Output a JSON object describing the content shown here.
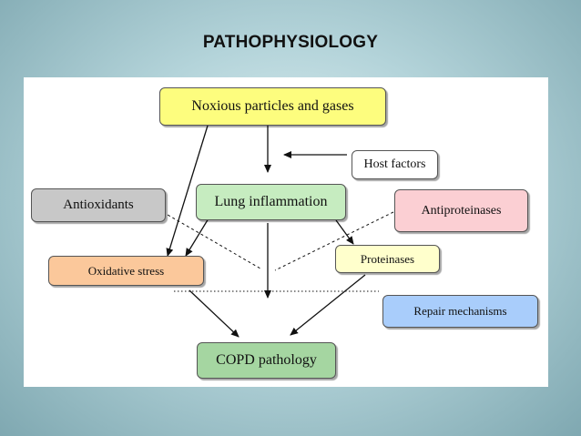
{
  "slide": {
    "title": "PATHOPHYSIOLOGY"
  },
  "diagram": {
    "noxious": "Noxious particles and gases",
    "host_factors": "Host factors",
    "antioxidants": "Antioxidants",
    "lung_inflammation": "Lung inflammation",
    "antiproteinases": "Antiproteinases",
    "oxidative_stress": "Oxidative stress",
    "proteinases": "Proteinases",
    "repair_mechanisms": "Repair mechanisms",
    "copd_pathology": "COPD pathology"
  },
  "colors": {
    "yellow": "#fdfd7e",
    "light_yellow": "#ffffcc",
    "green": "#c6ecc0",
    "dark_green": "#a5d6a1",
    "gray": "#c8c8c8",
    "pink": "#fbcfd3",
    "orange": "#fbc89b",
    "blue": "#a9cdfb"
  }
}
